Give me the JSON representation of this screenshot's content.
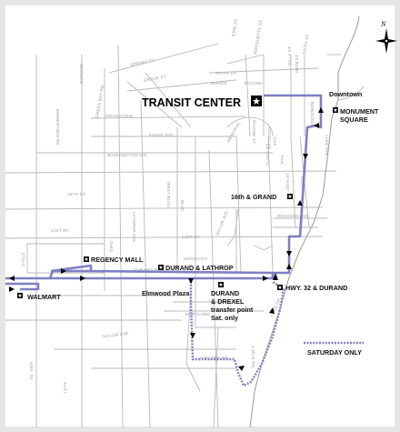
{
  "stops": {
    "transit_center": "TRANSIT CENTER",
    "downtown": "Downtown",
    "monument_square_1": "MONUMENT",
    "monument_square_2": "SQUARE",
    "sixteenth_grand": "16th & GRAND",
    "regency_mall": "REGENCY MALL",
    "durand_lathrop": "DURAND & LATHROP",
    "elmwood_plaza": "Elmwood Plaza",
    "durand_drexel_1": "DURAND",
    "durand_drexel_2": "& DREXEL",
    "durand_drexel_3": "transfer point",
    "durand_drexel_4": "Sat. only",
    "hwy32_durand": "HWY. 32 & DURAND",
    "walmart": "WALMART"
  },
  "legend": {
    "saturday_only": "SATURDAY ONLY"
  },
  "compass": {
    "north": "N"
  },
  "streets": {
    "spring": "SPRING ST.",
    "grove": "GROVE ST.",
    "grandview": "GRANDVIEW",
    "kinzie": "KINZIE AVE.",
    "washington": "WASHINGTON AVE.",
    "sixteenth": "16TH ST.",
    "twentyfirst_w": "21ST ST.",
    "twentyfirst_e": "21ST ST.",
    "durand_ave": "DURAND AVE.",
    "maryland": "MARYLAND",
    "taylor": "TAYLOR AVE.",
    "emmertsen": "EMMERTSEN RD.",
    "newman": "NEWMAN",
    "green_bay": "GREEN BAY RD.",
    "ohio": "OHIO",
    "lathrop": "LATHROP AVE.",
    "west_blvd": "WEST BLVD.",
    "taylor_ave": "TAYLOR AVE.",
    "memorial": "MEMORIAL",
    "racine": "RACINE ST.",
    "douglas": "DOUGLAS",
    "lake_ave": "LAKE AVE.",
    "main": "MAIN ST.",
    "sixth": "SIXTH ST.",
    "tenth": "10TH ST.",
    "dekoven": "DEKOVEN AVE.",
    "blvd": "BLVD.",
    "wisconsin": "WISCONSIN",
    "hwy_c": "CTH C",
    "lake_dr": "LAKE DR.",
    "chicory": "CHICORY RD.",
    "four_mile": "4 MILE RD.",
    "hwy20": "HWY. 20",
    "east": "EAST",
    "lake_mich": "LAKE",
    "erie": "ERIE ST.",
    "marquette": "MARQUETTE ST.",
    "dodge": "DODGE",
    "second": "SECOND",
    "state": "STATE ST.",
    "eighth": "8TH",
    "clark": "CLARK ST.",
    "villa": "VILLA ST.",
    "ninth": "9TH",
    "twelfth": "12TH",
    "kentucky": "KENTUCKY"
  }
}
